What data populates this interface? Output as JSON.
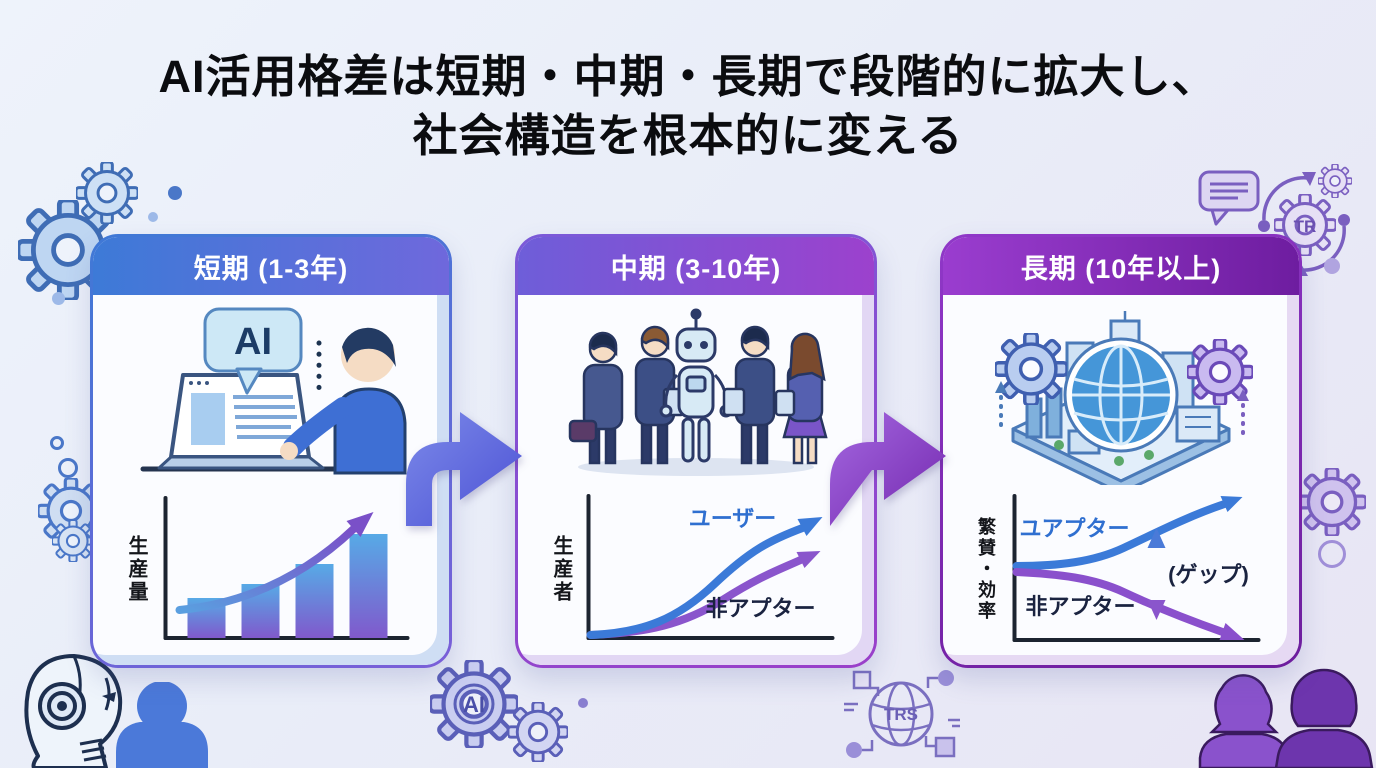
{
  "title": {
    "line1": "AI活用格差は短期・中期・長期で段階的に拡大し、",
    "line2": "社会構造を根本的に変える"
  },
  "accent_colors": {
    "card1_header": "#3d7ad7",
    "card2_header": "#8a4fd0",
    "card3_header": "#8a2cb8",
    "line_blue": "#3b7ad8",
    "line_purple": "#8a55cc",
    "title_text": "#0b0c0f"
  },
  "cards": [
    {
      "header": "短期 (1-3年)",
      "illustration": "person-working-on-laptop-with-ai-assistant",
      "bubble_label": "AI",
      "chart": {
        "ylabel": "生産量"
      }
    },
    {
      "header": "中期 (3-10年)",
      "illustration": "business-people-standing-with-robot",
      "chart": {
        "ylabel": "生産者",
        "series": [
          {
            "name": "ユーザー"
          },
          {
            "name": "非アプター"
          }
        ]
      }
    },
    {
      "header": "長期 (10年以上)",
      "illustration": "global-smart-city-with-gears",
      "chart": {
        "ylabel": "繁賛・効率",
        "series": [
          {
            "name": "ユアプター"
          },
          {
            "name": "非アプター"
          }
        ],
        "gap_label": "(ゲップ)"
      }
    }
  ],
  "chart_data": [
    {
      "type": "bar",
      "card": "短期 (1-3年)",
      "ylabel": "生産量",
      "values_relative": [
        0.27,
        0.37,
        0.52,
        0.75
      ],
      "annotation": "upward curved trend arrow",
      "bar_gradient": [
        "#57aae6",
        "#8059cc"
      ]
    },
    {
      "type": "line",
      "card": "中期 (3-10年)",
      "ylabel": "生産者",
      "series": [
        {
          "name": "ユーザー",
          "color": "#3b7ad8",
          "x": [
            0,
            0.35,
            0.6,
            1
          ],
          "y_relative": [
            0.02,
            0.15,
            0.5,
            0.82
          ]
        },
        {
          "name": "非アプター",
          "color": "#8a55cc",
          "x": [
            0,
            0.35,
            0.6,
            1
          ],
          "y_relative": [
            0.02,
            0.1,
            0.33,
            0.58
          ]
        }
      ]
    },
    {
      "type": "line",
      "card": "長期 (10年以上)",
      "ylabel": "繁賛・効率",
      "series": [
        {
          "name": "ユアプター",
          "color": "#3b7ad8",
          "x": [
            0,
            0.4,
            1
          ],
          "y_relative": [
            0.5,
            0.62,
            0.97
          ]
        },
        {
          "name": "非アプター",
          "color": "#8a55cc",
          "x": [
            0,
            0.4,
            1
          ],
          "y_relative": [
            0.46,
            0.36,
            0.05
          ]
        }
      ],
      "gap_label": "(ゲップ)"
    }
  ],
  "decor": {
    "ai_gear_label": "AI",
    "tr_gear_label": "TR",
    "trs_globe_label": "TRS"
  }
}
